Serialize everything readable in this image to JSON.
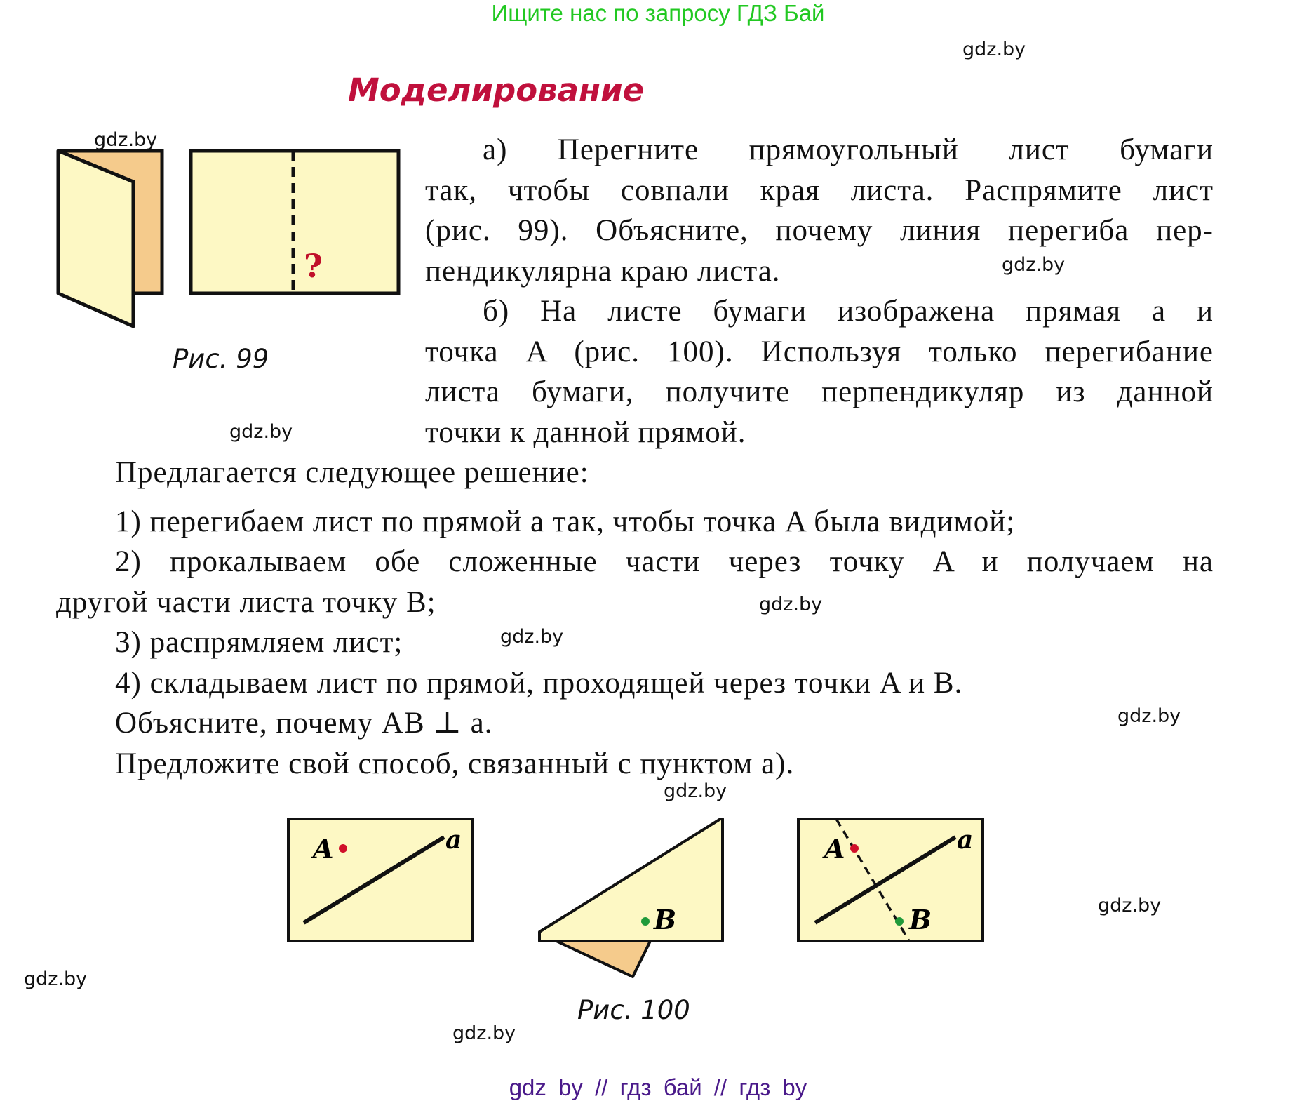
{
  "banner": {
    "text": "Ищите нас по запросу ГДЗ Бай"
  },
  "section_title": "Моделирование",
  "watermark": "gdz.by",
  "colors": {
    "banner": "#22c822",
    "title": "#c0103c",
    "paper": "#fdf8c4",
    "paper_back": "#f5cb8c",
    "point_a": "#d0102a",
    "point_b": "#1f9a3a",
    "footer": "#4a1a8a"
  },
  "task_a": {
    "lines": [
      "а) Перегните прямоугольный лист бумаги",
      "так, чтобы совпали края листа. Распрямите лист",
      "(рис. 99). Объясните, почему линия перегиба пер-",
      "пендикулярна краю листа."
    ]
  },
  "task_b": {
    "lines": [
      "б) На листе бумаги изображена прямая a и",
      "точка A (рис. 100). Используя только перегибание",
      "листа бумаги, получите перпендикуляр из данной",
      "точки к данной прямой."
    ]
  },
  "solution": {
    "intro": "Предлагается следующее решение:",
    "steps": [
      "1) перегибаем лист по прямой a так, чтобы точка A была видимой;",
      "2) прокалываем обе сложенные части через точку A и получаем на",
      "другой части листа точку B;",
      "3) распрямляем лист;",
      "4) складываем лист по прямой, проходящей через точки A и B."
    ],
    "explain": "Объясните, почему AB ⊥ a.",
    "propose": "Предложите свой способ, связанный с пунктом а)."
  },
  "figures": {
    "fig99_caption": "Рис. 99",
    "fig99_question": "?",
    "fig100_caption": "Рис. 100",
    "label_A": "A",
    "label_B": "B",
    "label_a": "a"
  },
  "footer": {
    "text": "gdz by  //  гдз бай  //  гдз by"
  }
}
